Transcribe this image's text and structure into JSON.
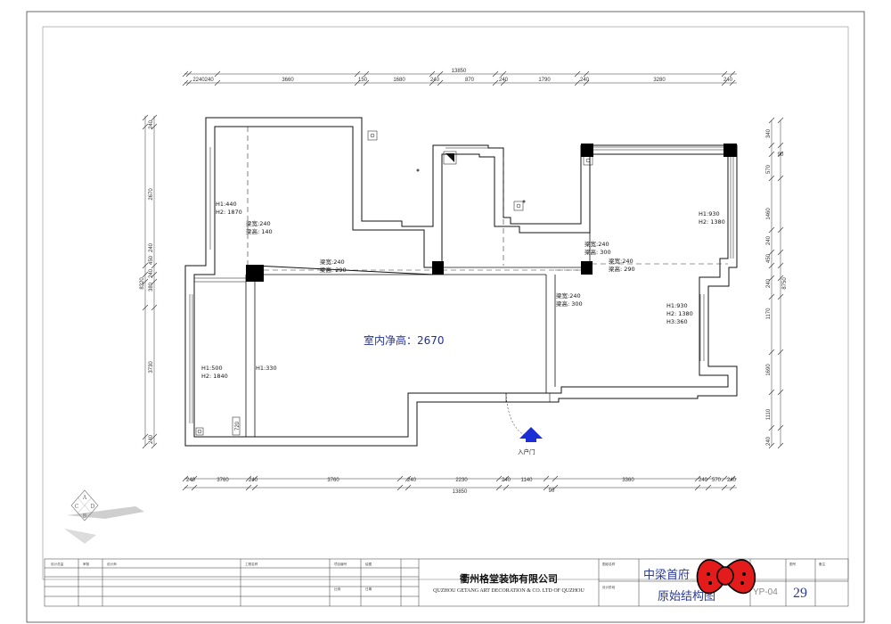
{
  "dimensions": {
    "top_total": "13850",
    "top_segments": [
      "2240240",
      "3660",
      "150",
      "1680",
      "240",
      "870",
      "240",
      "1790",
      "240",
      "3280",
      "240"
    ],
    "bottom_total": "13850",
    "bottom_segments": [
      "240",
      "3760",
      "240",
      "3760",
      "240",
      "2230",
      "240",
      "1140",
      "90",
      "3360",
      "240",
      "570",
      "240"
    ],
    "left_total": "8320",
    "left_segments": [
      "240",
      "2670",
      "240",
      "450",
      "240",
      "380",
      "3730",
      "240"
    ],
    "right_total": "8750",
    "right_segments": [
      "340",
      "570",
      "90",
      "1460",
      "240",
      "450",
      "240",
      "1170",
      "1690",
      "1110",
      "240"
    ],
    "door_width": "720"
  },
  "annotations": {
    "ceiling_height": "室内净高：2670",
    "entrance": "入户门",
    "window_a": [
      "H1:440",
      "H2: 1870"
    ],
    "beam_a": [
      "梁宽:240",
      "梁高: 140"
    ],
    "beam_b": [
      "梁宽:240",
      "梁高: 290"
    ],
    "beam_c": [
      "梁宽:240",
      "梁高: 300"
    ],
    "beam_d": [
      "梁宽:240",
      "梁高: 290"
    ],
    "beam_e": [
      "梁宽:240",
      "梁高: 300"
    ],
    "window_b": [
      "H1:930",
      "H2: 1380"
    ],
    "window_c": [
      "H1:930",
      "H2: 1380",
      "H3:360"
    ],
    "window_d": [
      "H1:500",
      "H2: 1840"
    ],
    "window_e": [
      "H1:330"
    ]
  },
  "title_block": {
    "company_cn": "衢州格堂装饰有限公司",
    "company_en": "QUZHOU GETANG ART DECORATION  & CO. LTD OF QUZHOU",
    "project_name": "中梁首府",
    "drawing_title": "原始结构图",
    "drawing_code": "YP-04",
    "sheet_number": "29",
    "small_labels": [
      "设计总监",
      "审核",
      "设计师",
      "工程名称",
      "项目编号",
      "绘图",
      "比例",
      "日期",
      "图纸名称",
      "图号",
      "设计阶段",
      "备注"
    ]
  },
  "logo": {
    "letters": [
      "A",
      "B",
      "C",
      "D"
    ]
  },
  "colors": {
    "ink": "#111111",
    "blue": "#1f2f9f",
    "arrow": "#1c2fd6",
    "bow": "#e41b1b"
  }
}
